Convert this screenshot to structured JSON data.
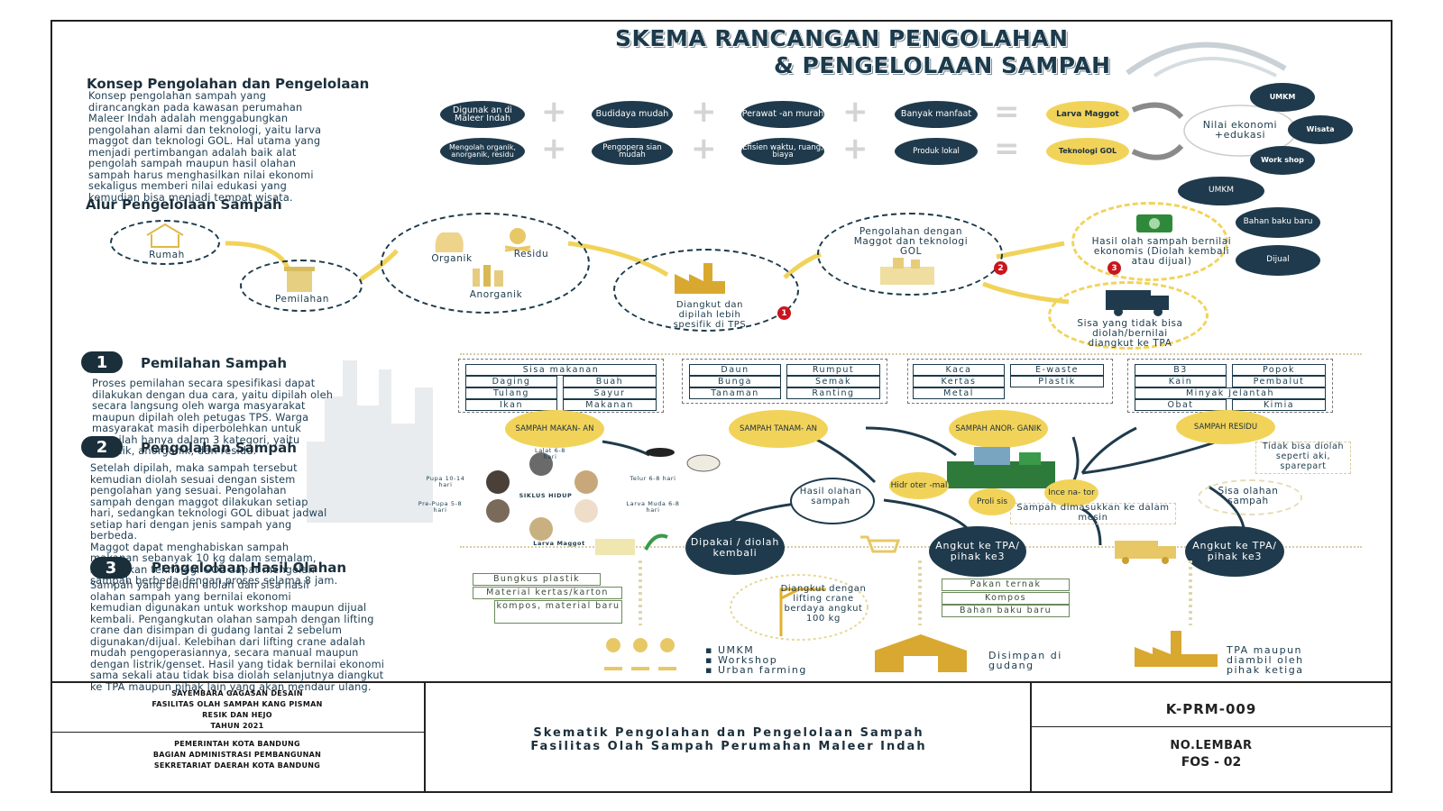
{
  "title": {
    "line1": "SKEMA RANCANGAN PENGOLAHAN",
    "line2": "& PENGELOLAAN SAMPAH"
  },
  "konsep": {
    "heading": "Konsep Pengolahan dan Pengelolaan",
    "p1": "Konsep pengolahan sampah yang",
    "p2": "dirancangkan pada kawasan perumahan",
    "p3": "Maleer Indah adalah menggabungkan",
    "p4": "pengolahan alami dan teknologi, yaitu larva",
    "p5": "maggot dan teknologi GOL. Hal utama yang",
    "p6": "menjadi pertimbangan adalah baik alat",
    "p7": "pengolah sampah maupun hasil olahan",
    "p8": "sampah harus menghasilkan nilai ekonomi",
    "p9": "sekaligus memberi nilai edukasi yang",
    "p10": "kemudian bisa menjadi tempat wisata."
  },
  "equation": {
    "row1": [
      "Digunak an di Maleer Indah",
      "Budidaya mudah",
      "Perawat -an murah",
      "Banyak manfaat"
    ],
    "row1_result": "Larva Maggot",
    "row2": [
      "Mengolah organik, anorganik, residu",
      "Pengopera sian mudah",
      "Efisien waktu, ruang, biaya",
      "Produk lokal"
    ],
    "row2_result": "Teknologi GOL",
    "plus": "+",
    "equals": "=",
    "nilai": "Nilai ekonomi +edukasi",
    "outputs": [
      "UMKM",
      "Wisata",
      "Work shop"
    ]
  },
  "alur": {
    "heading": "Alur Pengelolaan Sampah",
    "rumah": "Rumah",
    "pemilahan": "Pemilahan",
    "organik": "Organik",
    "residu": "Residu",
    "anorganik": "Anorganik",
    "diangkut": "Diangkut dan dipilah lebih spesifik di TPS",
    "pengolahan": "Pengolahan dengan Maggot dan teknologi GOL",
    "hasil": "Hasil olah sampah bernilai ekonomis (Diolah kembali atau dijual)",
    "sisa": "Sisa yang tidak bisa diolah/bernilai diangkut ke TPA",
    "badge1": "1",
    "badge2": "2",
    "badge3": "3",
    "right_pills": [
      "UMKM",
      "Bahan baku baru",
      "Dijual"
    ]
  },
  "steps": {
    "s1_num": "1",
    "s1_title": "Pemilahan Sampah",
    "s1_text": [
      "Proses pemilahan secara spesifikasi dapat",
      "dilakukan dengan dua cara, yaitu dipilah oleh",
      "secara langsung oleh warga masyarakat",
      "maupun dipilah oleh petugas TPS. Warga",
      "masyarakat masih diperbolehkan untuk",
      "memilah hanya dalam 3 kategori, yaitu",
      "organik, anorganik, dan residu."
    ],
    "s2_num": "2",
    "s2_title": "Pengolahan Sampah",
    "s2_text": [
      "Setelah dipilah, maka sampah tersebut",
      "kemudian diolah sesuai dengan sistem",
      "pengolahan yang sesuai. Pengolahan",
      "sampah dengan maggot dilakukan setiap",
      "hari, sedangkan teknologi GOL dibuat jadwal",
      "setiap hari dengan jenis sampah yang",
      "berbeda.",
      "Maggot dapat menghabiskan sampah",
      "makanan sebanyak 10 kg dalam semalam,",
      "sedangkan teknologi GOL dapat mengolah",
      "sampah berbeda dengan proses selama 8 jam."
    ],
    "s3_num": "3",
    "s3_title": "Pengelolaan Hasil Olahan",
    "s3_text": [
      "Sampah yang belum diolah dan sisa hasil",
      "olahan sampah yang bernilai ekonomi",
      "kemudian digunakan untuk workshop maupun dijual",
      "kembali. Pengangkutan olahan sampah dengan lifting",
      "crane dan disimpan di gudang lantai 2 sebelum",
      "digunakan/dijual. Kelebihan dari lifting crane adalah",
      "mudah pengoperasiannya, secara manual maupun",
      "dengan listrik/genset. Hasil yang tidak bernilai ekonomi",
      "sama sekali atau tidak bisa diolah selanjutnya diangkut",
      "ke TPA maupun pihak lain yang akan mendaur ulang."
    ]
  },
  "categories": {
    "makanan": {
      "items": [
        "Sisa makanan",
        "Daging",
        "Buah",
        "Tulang",
        "Sayur",
        "Ikan",
        "Makanan"
      ],
      "label": "SAMPAH MAKAN- AN"
    },
    "tanaman": {
      "items": [
        "Daun",
        "Rumput",
        "Bunga",
        "Semak",
        "Tanaman",
        "Ranting"
      ],
      "label": "SAMPAH TANAM- AN"
    },
    "anorganik": {
      "items": [
        "Kaca",
        "E-waste",
        "Kertas",
        "Plastik",
        "Metal"
      ],
      "label": "SAMPAH ANOR- GANIK"
    },
    "residu": {
      "items": [
        "B3",
        "Popok",
        "Kain",
        "Pembalut",
        "Minyak Jelantah",
        "Obat",
        "Kimia"
      ],
      "label": "SAMPAH RESIDU"
    }
  },
  "siklus": {
    "center": "SIKLUS HIDUP",
    "telur": "Telur 6-8 hari",
    "larva_muda": "Larva Muda 6-8 hari",
    "larva_maggot": "Larva Maggot",
    "pre_pupa": "Pre-Pupa 5-8 hari",
    "pupa": "Pupa 10-14 hari",
    "lalat": "Lalat 6-8 hari"
  },
  "process": {
    "hasil_olahan": "Hasil olahan sampah",
    "hidroter": "Hidr oter -mal",
    "prolisis": "Proli sis",
    "incenerator": "Ince na- tor",
    "masuk_mesin": "Sampah dimasukkan ke dalam mesin",
    "tidak_bisa": "Tidak bisa diolah seperti aki, sparepart",
    "sisa_olahan": "Sisa olahan sampah",
    "dipakai": "Dipakai / diolah kembali",
    "angkut1": "Angkut ke TPA/ pihak ke3",
    "angkut2": "Angkut ke TPA/ pihak ke3"
  },
  "products": {
    "left": [
      "Bungkus plastik",
      "Material kertas/karton",
      "kompos, material baru"
    ],
    "mid": [
      "Pakan ternak",
      "Kompos",
      "Bahan baku baru"
    ],
    "crane": "Diangkut dengan lifting crane berdaya angkut 100 kg"
  },
  "outputs": {
    "umkm_list": [
      "UMKM",
      "Workshop",
      "Urban farming"
    ],
    "gudang": "Disimpan di gudang",
    "tpa": "TPA maupun diambil oleh pihak ketiga"
  },
  "titleblock": {
    "l1": "SAYEMBARA GAGASAN DESAIN",
    "l2": "FASILITAS OLAH SAMPAH KANG PISMAN",
    "l3": "RESIK DAN HEJO",
    "l4": "TAHUN 2021",
    "l5": "PEMERINTAH KOTA BANDUNG",
    "l6": "BAGIAN ADMINISTRASI PEMBANGUNAN",
    "l7": "SEKRETARIAT DAERAH KOTA BANDUNG",
    "center1": "Skematik Pengolahan dan Pengelolaan Sampah",
    "center2": "Fasilitas Olah Sampah Perumahan Maleer Indah",
    "code": "K-PRM-009",
    "lembar_label": "NO.LEMBAR",
    "lembar_val": "FOS -  02"
  },
  "colors": {
    "navy": "#1f3a4c",
    "yellow": "#f2d35a",
    "red": "#c9151e"
  }
}
